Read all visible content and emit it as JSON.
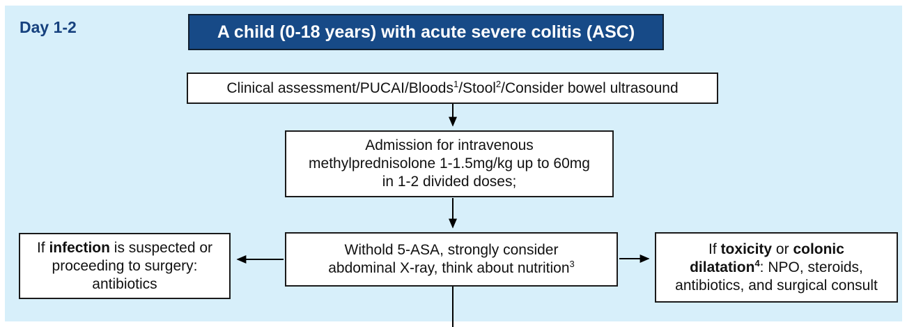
{
  "colors": {
    "panel_bg": "#d7effa",
    "header_bg": "#174a87",
    "header_text": "#ffffff",
    "day_label_text": "#16417e",
    "node_bg": "#ffffff",
    "node_border": "#1a1a1a",
    "arrow": "#000000"
  },
  "day_label": "Day 1-2",
  "header": {
    "title": "A child (0-18 years) with acute severe colitis (ASC)"
  },
  "flow": {
    "assessment": {
      "p1": "Clinical assessment/PUCAI/Bloods",
      "sup1": "1",
      "p2": "/Stool",
      "sup2": "2",
      "p3": "/Consider bowel ultrasound"
    },
    "admission": {
      "line1": "Admission for intravenous",
      "line2": "methylprednisolone 1-1.5mg/kg up to 60mg",
      "line3": "in 1-2 divided doses;"
    },
    "withhold": {
      "line1": "Withold 5-ASA, strongly consider",
      "line2": "abdominal X-ray, think about nutrition",
      "sup": "3"
    },
    "infection": {
      "l1a": "If ",
      "l1b": "infection",
      "l1c": " is suspected or",
      "l2": "proceeding to surgery:",
      "l3": "antibiotics"
    },
    "toxicity": {
      "l1a": "If ",
      "l1b": "toxicity",
      "l1c": " or ",
      "l1d": "colonic",
      "l2a": "dilatation",
      "l2sup": "4",
      "l2b": ": NPO, steroids,",
      "l3": "antibiotics, and surgical consult"
    }
  }
}
